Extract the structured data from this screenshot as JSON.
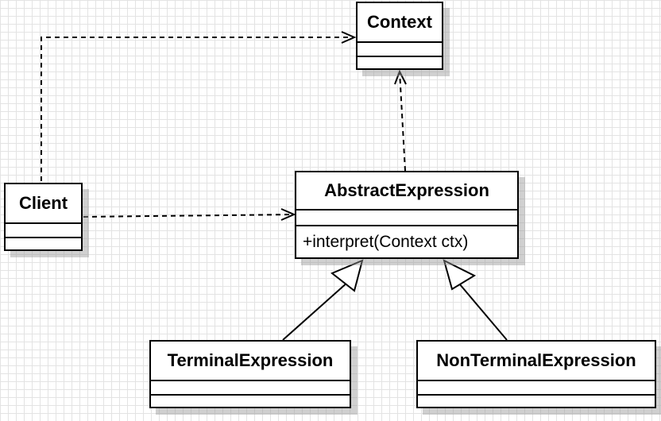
{
  "classes": {
    "context": {
      "name": "Context"
    },
    "client": {
      "name": "Client"
    },
    "abstract_expression": {
      "name": "AbstractExpression",
      "method": "+interpret(Context ctx)"
    },
    "terminal_expression": {
      "name": "TerminalExpression"
    },
    "nonterminal_expression": {
      "name": "NonTerminalExpression"
    }
  },
  "relations": [
    {
      "from": "Client",
      "to": "Context",
      "kind": "dependency"
    },
    {
      "from": "Client",
      "to": "AbstractExpression",
      "kind": "dependency"
    },
    {
      "from": "AbstractExpression",
      "to": "Context",
      "kind": "dependency"
    },
    {
      "from": "TerminalExpression",
      "to": "AbstractExpression",
      "kind": "generalization"
    },
    {
      "from": "NonTerminalExpression",
      "to": "AbstractExpression",
      "kind": "generalization"
    }
  ]
}
